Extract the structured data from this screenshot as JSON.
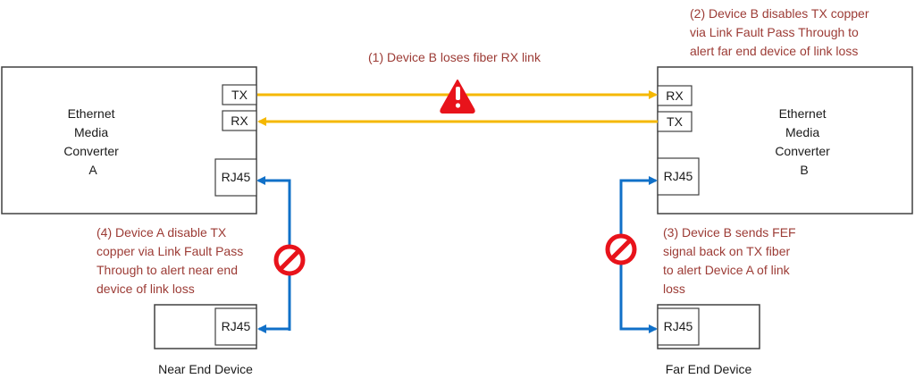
{
  "colors": {
    "fiber_line": "#f5b800",
    "copper_line": "#1070c8",
    "note_text": "#9c3b35",
    "warning": "#e8131b",
    "block": "#e8131b"
  },
  "device_a": {
    "name_lines": [
      "Ethernet",
      "Media",
      "Converter",
      "A"
    ],
    "ports": {
      "tx": "TX",
      "rx": "RX",
      "rj45": "RJ45"
    }
  },
  "device_b": {
    "name_lines": [
      "Ethernet",
      "Media",
      "Converter",
      "B"
    ],
    "ports": {
      "tx": "TX",
      "rx": "RX",
      "rj45": "RJ45"
    }
  },
  "near_end": {
    "label": "Near End Device",
    "port": "RJ45"
  },
  "far_end": {
    "label": "Far End Device",
    "port": "RJ45"
  },
  "notes": {
    "step1": [
      "(1) Device B loses fiber RX link"
    ],
    "step2": [
      "(2) Device B disables TX copper",
      "via Link Fault Pass Through to",
      "alert far end device of link loss"
    ],
    "step3": [
      "(3) Device B sends FEF",
      "signal back on TX fiber",
      "to alert Device A of link",
      "loss"
    ],
    "step4": [
      "(4) Device A disable TX",
      "copper via Link Fault Pass",
      "Through to alert near end",
      "device of link loss"
    ]
  },
  "icons": {
    "fault": "warning-triangle-icon",
    "blocked": "prohibited-icon"
  }
}
